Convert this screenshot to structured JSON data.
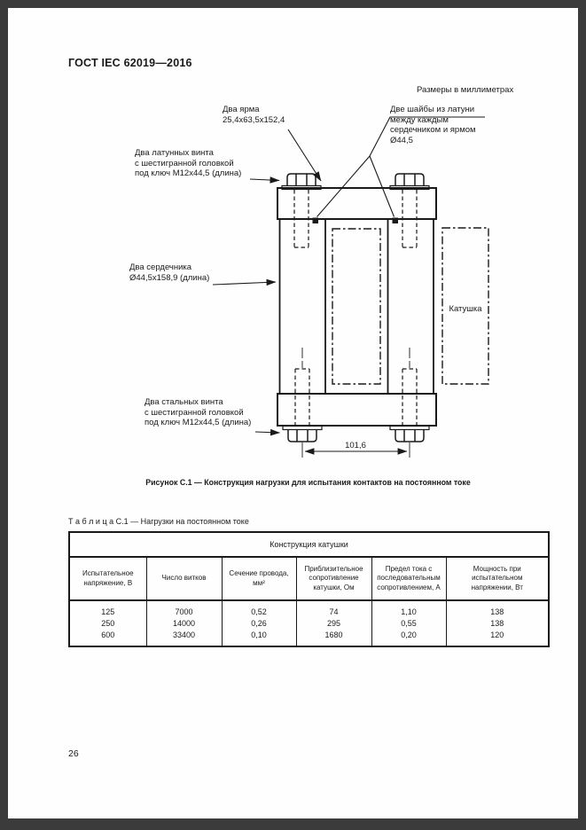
{
  "page": {
    "standard_number": "ГОСТ IEC 62019—2016",
    "dimensions_note": "Размеры в миллиметрах",
    "page_number": "26"
  },
  "figure": {
    "caption": "Рисунок С.1 — Конструкция нагрузки для испытания контактов на постоянном токе",
    "labels": {
      "yokes": "Два ярма\n25,4x63,5x152,4",
      "brass_washers": "Две шайбы из латуни\nмежду каждым\nсердечником и ярмом\nØ44,5",
      "brass_screws": "Два латунных винта\nс шестигранной головкой\nпод ключ М12x44,5 (длина)",
      "cores": "Два сердечника\nØ44,5x158,9 (длина)",
      "steel_screws": "Два стальных винта\nс шестигранной головкой\nпод ключ М12x44,5 (длина)",
      "coil": "Катушка",
      "width_dimension": "101,6"
    }
  },
  "table": {
    "title": "Т а б л и ц а  С.1 — Нагрузки на постоянном токе",
    "group_header": "Конструкция катушки",
    "columns": [
      "Испытательное\nнапряжение, В",
      "Число витков",
      "Сечение провода,\nмм²",
      "Приблизительное\nсопротивление\nкатушки, Ом",
      "Предел тока с\nпоследовательным\nсопротивлением, А",
      "Мощность при\nиспытательном\nнапряжении, Вт"
    ],
    "rows": [
      [
        "125",
        "7000",
        "0,52",
        "74",
        "1,10",
        "138"
      ],
      [
        "250",
        "14000",
        "0,26",
        "295",
        "0,55",
        "138"
      ],
      [
        "600",
        "33400",
        "0,10",
        "1680",
        "0,20",
        "120"
      ]
    ]
  }
}
